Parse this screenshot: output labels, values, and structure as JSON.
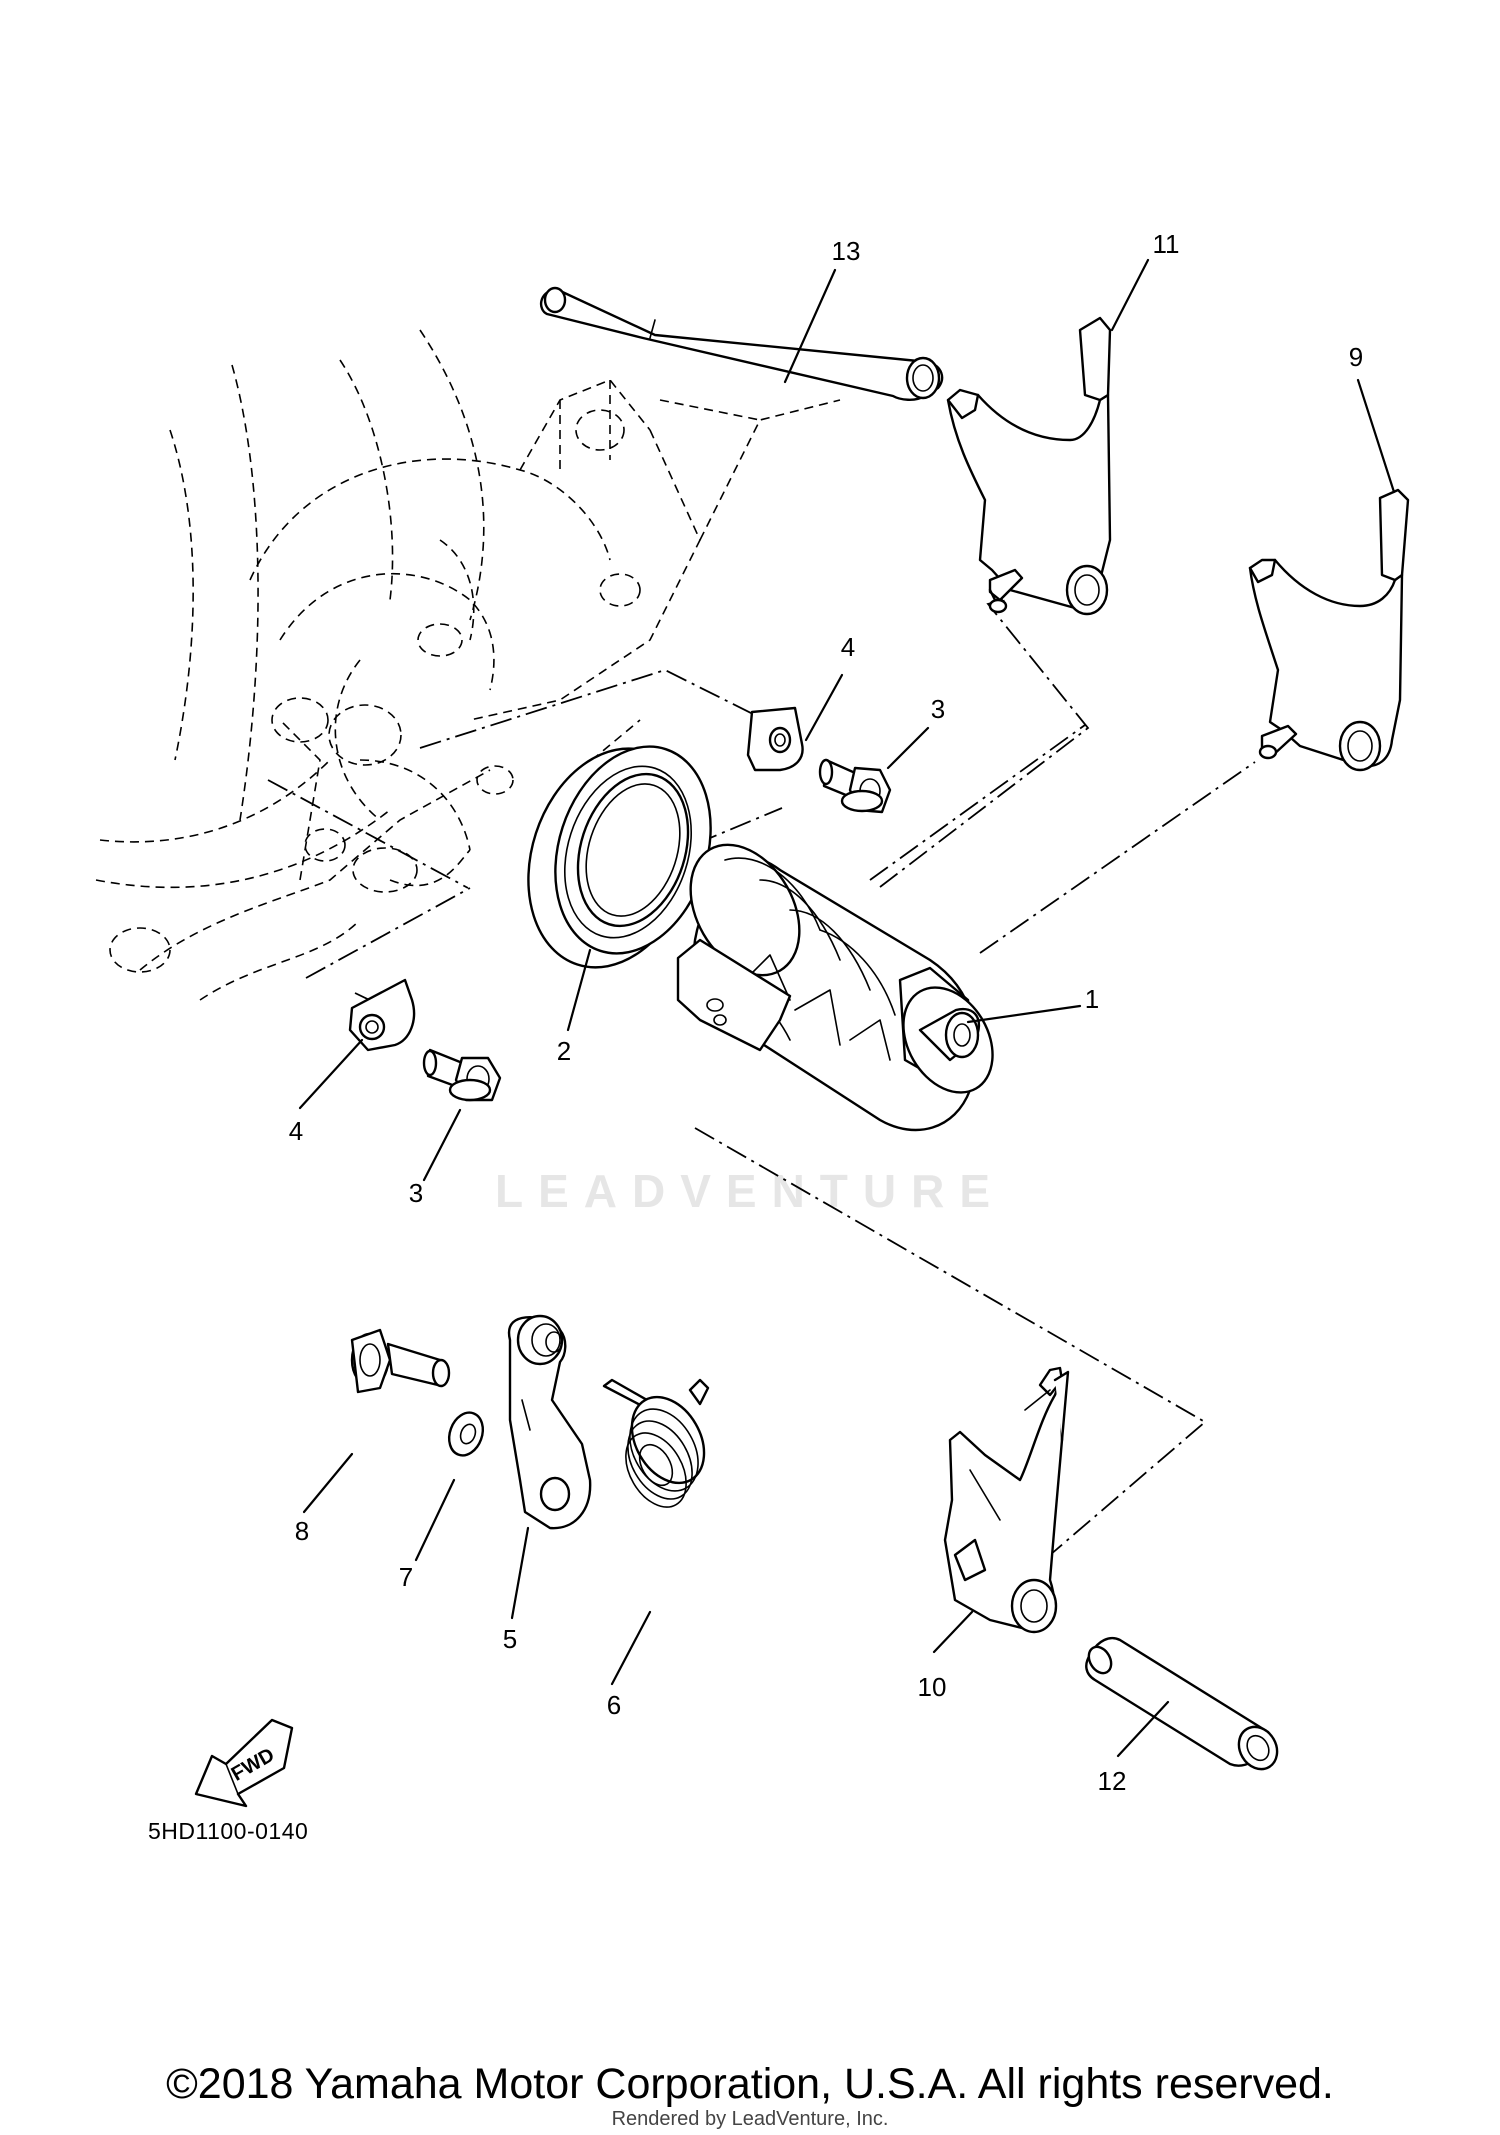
{
  "diagram": {
    "code": "5HD1100-0140",
    "fwd_label": "FWD",
    "watermark": "LEADVENTURE",
    "copyright": "©2018 Yamaha Motor Corporation, U.S.A. All rights reserved.",
    "rendered_by": "Rendered by LeadVenture, Inc."
  },
  "callouts": [
    {
      "id": "1",
      "label": "1"
    },
    {
      "id": "2",
      "label": "2"
    },
    {
      "id": "3a",
      "label": "3"
    },
    {
      "id": "3b",
      "label": "3"
    },
    {
      "id": "4a",
      "label": "4"
    },
    {
      "id": "4b",
      "label": "4"
    },
    {
      "id": "5",
      "label": "5"
    },
    {
      "id": "6",
      "label": "6"
    },
    {
      "id": "7",
      "label": "7"
    },
    {
      "id": "8",
      "label": "8"
    },
    {
      "id": "9",
      "label": "9"
    },
    {
      "id": "10",
      "label": "10"
    },
    {
      "id": "11",
      "label": "11"
    },
    {
      "id": "12",
      "label": "12"
    },
    {
      "id": "13",
      "label": "13"
    }
  ]
}
